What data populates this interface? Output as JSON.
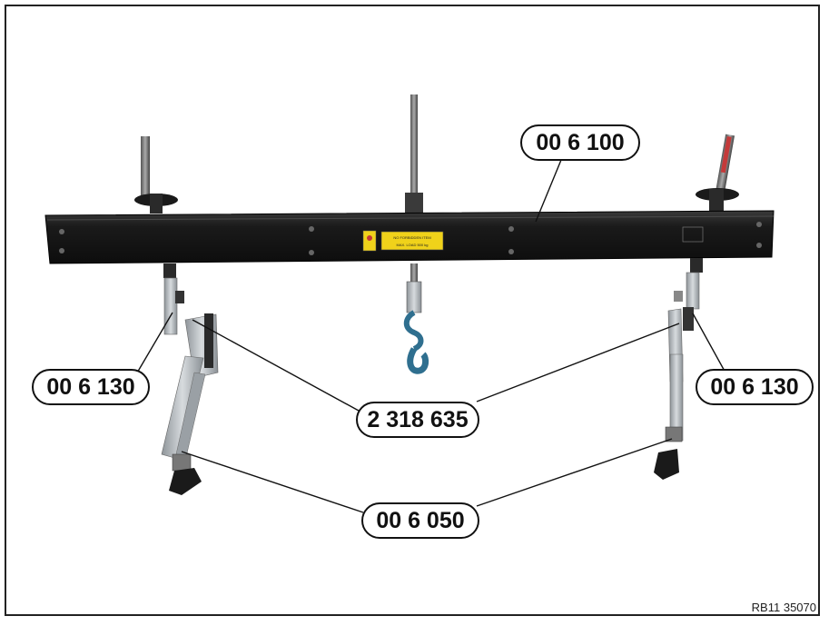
{
  "figure_ref": "RB11 35070",
  "callouts": {
    "crossbar": "00 6 100",
    "left_support": "00 6 130",
    "right_support": "00 6 130",
    "adapter": "2 318 635",
    "foot": "00 6 050"
  },
  "beam_label": {
    "line1": "NO FORBIDDEN ITEM",
    "line2": "MAX. LOAD 500 kg"
  },
  "colors": {
    "beam": "#1b1b1b",
    "metal": "#b9bec2",
    "hook": "#2f6f8f",
    "label_yellow": "#f0d21a",
    "spindle_red": "#c43a3a"
  }
}
